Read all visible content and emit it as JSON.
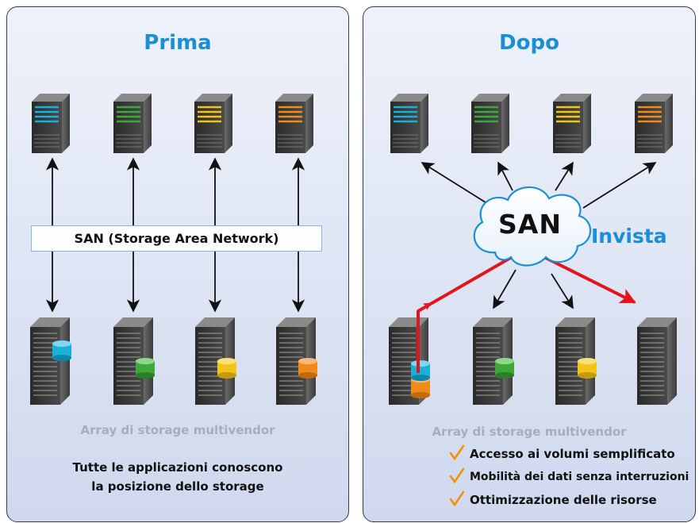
{
  "left_panel": {
    "title": "Prima",
    "san_label": "SAN (Storage Area Network)",
    "storage_caption": "Array di storage multivendor",
    "description_lines": [
      "Tutte le applicazioni conoscono",
      "la posizione dello storage"
    ]
  },
  "right_panel": {
    "title": "Dopo",
    "san_label": "SAN",
    "product_label": "Invista",
    "storage_caption": "Array di storage multivendor",
    "benefits": [
      "Accesso ai volumi semplificato",
      "Mobilità dei dati senza interruzioni",
      "Ottimizzazione delle risorse"
    ]
  },
  "colors": {
    "accent_blue": "#1a8fd6",
    "server_cyan": "#1ab0d8",
    "server_green": "#3fa83a",
    "server_yellow": "#f2c318",
    "server_orange": "#f08a1a",
    "migration_red": "#e3141b",
    "check_orange": "#f39200"
  },
  "icons": [
    "server-icon",
    "storage-array-icon",
    "disk-icon",
    "cloud-icon",
    "checkmark-icon",
    "arrow-icon"
  ]
}
